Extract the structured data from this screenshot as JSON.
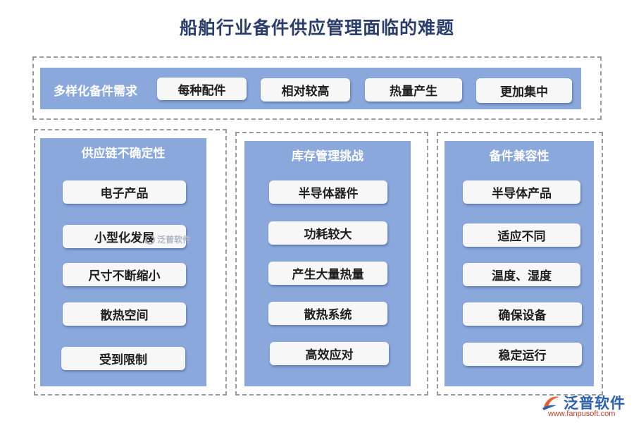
{
  "title": "船舶行业备件供应管理面临的难题",
  "top": {
    "label": "多样化备件需求",
    "items": [
      "每种配件",
      "相对较高",
      "热量产生",
      "更加集中"
    ]
  },
  "columns": [
    {
      "title": "供应链不确定性",
      "items": [
        "电子产品",
        "小型化发展",
        "尺寸不断缩小",
        "散热空间",
        "受到限制"
      ]
    },
    {
      "title": "库存管理挑战",
      "items": [
        "半导体器件",
        "功耗较大",
        "产生大量热量",
        "散热系统",
        "高效应对"
      ]
    },
    {
      "title": "备件兼容性",
      "items": [
        "半导体产品",
        "适应不同",
        "温度、湿度",
        "确保设备",
        "稳定运行"
      ]
    }
  ],
  "watermark": {
    "text": "泛普软件"
  },
  "logo": {
    "name": "泛普软件",
    "url": "www.fanpusoft.com"
  },
  "colors": {
    "panel": "#8aa8dc",
    "title": "#2b3d6b",
    "pill": "#f7f7f7",
    "frame": "#9a9a9a"
  }
}
